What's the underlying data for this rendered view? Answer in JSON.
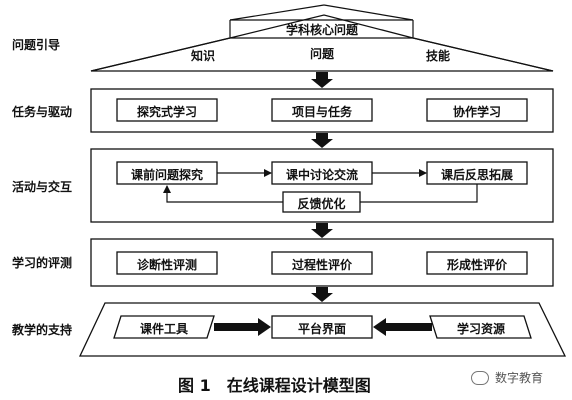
{
  "rows": {
    "guidance": "问题引导",
    "tasks": "任务与驱动",
    "activities": "活动与交互",
    "assessment": "学习的评测",
    "support": "教学的支持"
  },
  "guidance": {
    "core_question": "学科核心问题",
    "knowledge": "知识",
    "question": "问题",
    "skill": "技能"
  },
  "tasks": {
    "inquiry": "探究式学习",
    "project": "项目与任务",
    "collaboration": "协作学习"
  },
  "activities": {
    "pre_class": "课前问题探究",
    "in_class": "课中讨论交流",
    "post_class": "课后反思拓展",
    "feedback": "反馈优化"
  },
  "assessment": {
    "diagnostic": "诊断性评测",
    "process": "过程性评价",
    "formative": "形成性评价"
  },
  "support": {
    "tools": "课件工具",
    "platform": "平台界面",
    "resources": "学习资源"
  },
  "caption": "图 1　在线课程设计模型图",
  "watermark": "数字教育"
}
